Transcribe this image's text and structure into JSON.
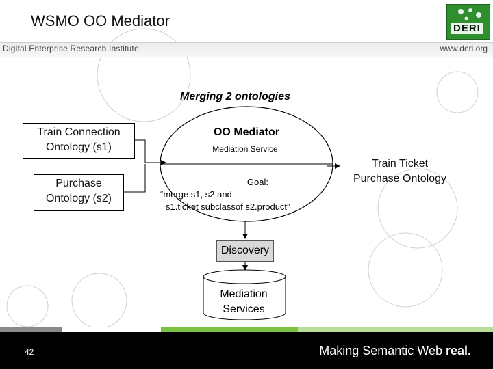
{
  "header": {
    "title": "WSMO OO Mediator",
    "institute": "Digital Enterprise Research Institute",
    "url": "www.deri.org",
    "logo_text": "DERI"
  },
  "diagram": {
    "subtitle": "Merging 2 ontologies",
    "source1": [
      "Train Connection",
      "Ontology (s1)"
    ],
    "source2": [
      "Purchase",
      "Ontology (s2)"
    ],
    "target": [
      "Train Ticket",
      "Purchase Ontology"
    ],
    "mediator_title": "OO Mediator",
    "mediator_service": "Mediation Service",
    "goal": {
      "label": "Goal:",
      "line1": "“merge s1, s2 and",
      "line2": "s1.ticket subclassof s2.product”"
    },
    "discovery": "Discovery",
    "services": [
      "Mediation",
      "Services"
    ]
  },
  "footer": {
    "page_number": "42",
    "tagline_prefix": "Making Semantic Web ",
    "tagline_bold": "real."
  },
  "colors": {
    "logo_green": "#2f8f2f",
    "footer_black": "#000000",
    "stripe_gray": "#8a8a8a",
    "stripe_green": "#7cc242",
    "discovery_fill": "#d9d9d9"
  }
}
